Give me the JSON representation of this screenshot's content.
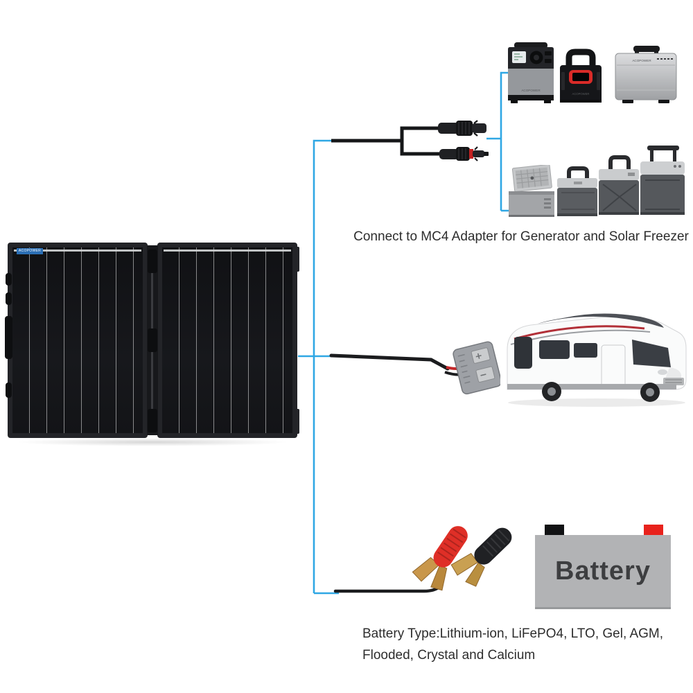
{
  "colors": {
    "wire_blue": "#2fa7e4",
    "cable_black": "#17181a",
    "battery_gray": "#b2b3b5",
    "battery_text": "#3d3e40",
    "terminal_red": "#e8221c",
    "clamp_red": "#df2f27",
    "clamp_black": "#202124",
    "caption_text": "#2d2d2d",
    "mc4_red_band": "#c42222",
    "anderson_gray": "#9ea1a6"
  },
  "brand": "ACOPOWER",
  "panel": {
    "logo_text": "ACOPOWER"
  },
  "battery": {
    "label": "Battery"
  },
  "captions": {
    "mc4": "Connect to MC4 Adapter for Generator and Solar Freezer",
    "battery_line1": "Battery Type:Lithium-ion, LiFePO4, LTO, Gel, AGM,",
    "battery_line2": "Flooded, Crystal and Calcium"
  },
  "figures": {
    "solar_panel": "foldable-suitcase-solar-panel",
    "mc4_adapter": "mc4-y-adapter-cable",
    "generators": [
      "portable-power-station-lcd",
      "portable-power-station-red-display",
      "portable-power-station-silver-case"
    ],
    "freezers": [
      "chest-freezer-open-lid",
      "solar-freezer-small",
      "solar-freezer-medium",
      "solar-freezer-large"
    ],
    "vehicle": "rv-motorhome",
    "battery_cable": "alligator-clamp-cable",
    "battery": "battery-block"
  }
}
